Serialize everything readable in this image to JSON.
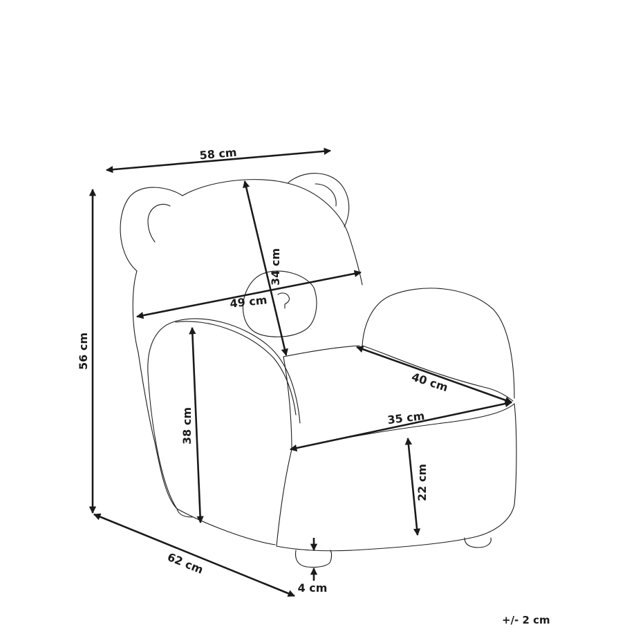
{
  "dimensions": {
    "top_width": "58 cm",
    "total_height": "56 cm",
    "depth": "62 cm",
    "backrest_height": "34 cm",
    "backrest_width": "49 cm",
    "armrest_height": "38 cm",
    "seat_depth": "40 cm",
    "seat_width": "35 cm",
    "seat_height": "22 cm",
    "leg_height": "4 cm"
  },
  "tolerance": "+/- 2 cm",
  "colors": {
    "line": "#1a1a1a",
    "background": "#ffffff"
  }
}
